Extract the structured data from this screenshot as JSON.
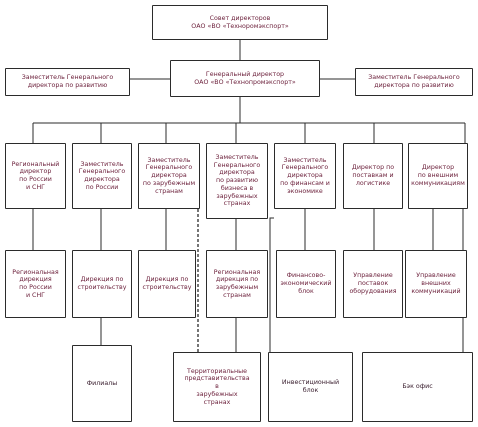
{
  "board": {
    "label": "Совет директоров\nОАО «ВО «Техноромэкспорт»"
  },
  "general_director": {
    "label": "Генеральный директор\nОАО «ВО «Технопромэкспорт»"
  },
  "deputy_left": {
    "label": "Заместитель Генерального\nдиректора по развитию"
  },
  "deputy_right": {
    "label": "Заместитель Генерального\nдиректора по развитию"
  },
  "directors": [
    {
      "label": "Региональный\nдиректор\nпо России\nи СНГ"
    },
    {
      "label": "Заместитель\nГенерального\nдиректора\nпо России"
    },
    {
      "label": "Заместитель\nГенерального\nдиректора\nпо зарубежным\nстранам"
    },
    {
      "label": "Заместитель\nГенерального\nдиректора\nпо развитию\nбизнеса в\nзарубежных\nстранах"
    },
    {
      "label": "Заместитель\nГенерального\nдиректора\nпо финансам и\nэкономике"
    },
    {
      "label": "Директор по\nпоставкам и\nлогистике"
    },
    {
      "label": "Директор\nпо внешним\nкоммуникациям"
    }
  ],
  "departments": [
    {
      "label": "Региональная\nдирекция\nпо России\nи СНГ"
    },
    {
      "label": "Дирекция по\nстроительству"
    },
    {
      "label": "Дирекция по\nстроительству"
    },
    {
      "label": "Региональная\nдирекция по\nзарубежным\nстранам"
    },
    {
      "label": "Финансово-\nэкономический\nблок"
    },
    {
      "label": "Управление\nпоставок\nоборудования"
    },
    {
      "label": "Управление\nвнешних\nкоммуникаций"
    }
  ],
  "branches": {
    "label": "Филиалы"
  },
  "territorial": {
    "label": "Территориальные\nпредставительства\nв\nзарубежных\nстранах"
  },
  "investment": {
    "label": "Инвестиционный\nблок"
  },
  "back_office": {
    "label": "Бэк офис"
  }
}
